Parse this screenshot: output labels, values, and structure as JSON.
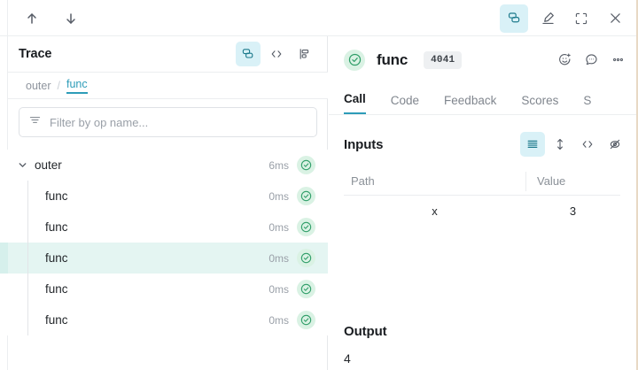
{
  "topbar": {
    "nav_up": "nav-up-arrow",
    "nav_down": "nav-down-arrow",
    "actions": [
      {
        "icon": "layers-icon",
        "label": "Trace tree view",
        "active": true
      },
      {
        "icon": "highlighter-pen-icon",
        "label": "Annotate",
        "active": false
      },
      {
        "icon": "fullscreen-icon",
        "label": "Expand",
        "active": false
      },
      {
        "icon": "close-icon",
        "label": "Close",
        "active": false
      }
    ]
  },
  "trace_panel": {
    "title": "Trace",
    "view_icons": [
      {
        "icon": "layers-icon",
        "label": "Tree view",
        "active": true
      },
      {
        "icon": "code-icon",
        "label": "Code view",
        "active": false
      },
      {
        "icon": "flamegraph-icon",
        "label": "Flame graph",
        "active": false
      }
    ],
    "breadcrumb": {
      "items": [
        "outer",
        "func"
      ],
      "separator": "/",
      "current_index": 1
    },
    "filter": {
      "placeholder": "Filter by op name...",
      "value": "",
      "icon": "filter-icon"
    },
    "rows": [
      {
        "label": "outer",
        "duration": "6ms",
        "depth": 0,
        "expanded": true,
        "selected": false,
        "status": "success"
      },
      {
        "label": "func",
        "duration": "0ms",
        "depth": 1,
        "expanded": false,
        "selected": false,
        "status": "success"
      },
      {
        "label": "func",
        "duration": "0ms",
        "depth": 1,
        "expanded": false,
        "selected": false,
        "status": "success"
      },
      {
        "label": "func",
        "duration": "0ms",
        "depth": 1,
        "expanded": false,
        "selected": true,
        "status": "success"
      },
      {
        "label": "func",
        "duration": "0ms",
        "depth": 1,
        "expanded": false,
        "selected": false,
        "status": "success"
      },
      {
        "label": "func",
        "duration": "0ms",
        "depth": 1,
        "expanded": false,
        "selected": false,
        "status": "success"
      }
    ]
  },
  "detail_panel": {
    "status": "success",
    "title": "func",
    "id_badge": "4041",
    "header_icons": [
      {
        "icon": "add-reaction-icon",
        "label": "Add reaction"
      },
      {
        "icon": "comment-icon",
        "label": "Comments"
      },
      {
        "icon": "more-options-icon",
        "label": "More options"
      }
    ],
    "tabs": [
      {
        "label": "Call",
        "active": true
      },
      {
        "label": "Code",
        "active": false
      },
      {
        "label": "Feedback",
        "active": false
      },
      {
        "label": "Scores",
        "active": false
      },
      {
        "label": "S",
        "active": false
      }
    ],
    "inputs": {
      "title": "Inputs",
      "view_icons": [
        {
          "icon": "list-view-icon",
          "label": "List view",
          "active": true
        },
        {
          "icon": "expand-rows-icon",
          "label": "Expand rows",
          "active": false
        },
        {
          "icon": "code-icon",
          "label": "Code view",
          "active": false
        },
        {
          "icon": "hide-icon",
          "label": "Hide empty",
          "active": false
        }
      ],
      "columns": [
        "Path",
        "Value"
      ],
      "rows": [
        {
          "path": "x",
          "value": "3"
        }
      ]
    },
    "output": {
      "title": "Output",
      "value": "4"
    }
  },
  "colors": {
    "accent_teal": "#2d9cb8",
    "accent_active_bg": "#d9f1f7",
    "selected_row_bg": "#e4f5f2",
    "success_green": "#2f9e68",
    "success_bg": "#daf2e4",
    "text_primary": "#1a1d21",
    "text_muted": "#8f959e"
  }
}
